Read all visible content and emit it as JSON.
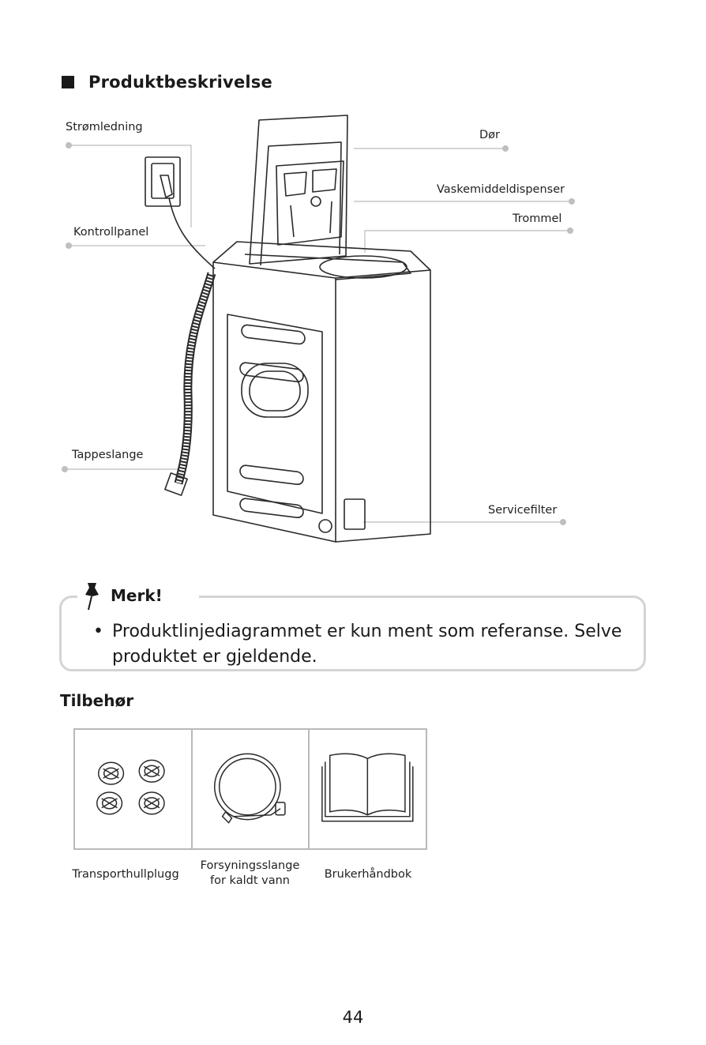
{
  "section": {
    "title": "Produktbeskrivelse"
  },
  "parts": {
    "power_cord": "Strømledning",
    "control_panel": "Kontrollpanel",
    "drain_hose": "Tappeslange",
    "door": "Dør",
    "detergent_dispenser": "Vaskemiddeldispenser",
    "drum": "Trommel",
    "service_filter": "Servicefilter"
  },
  "note": {
    "title": "Merk!",
    "bullet": "•",
    "text": "Produktlinjediagrammet er kun ment som referanse. Selve produktet er gjeldende."
  },
  "accessories": {
    "title": "Tilbehør",
    "items": [
      {
        "label": "Transporthullplugg"
      },
      {
        "label_line1": "Forsyningsslange",
        "label_line2": "for kaldt vann"
      },
      {
        "label": "Brukerhåndbok"
      }
    ]
  },
  "page": {
    "number": "44"
  },
  "colors": {
    "text": "#1a1a1a",
    "leader": "#bcbcbc",
    "note_border": "#d4d4d4",
    "grid_border": "#b9b9b9"
  }
}
